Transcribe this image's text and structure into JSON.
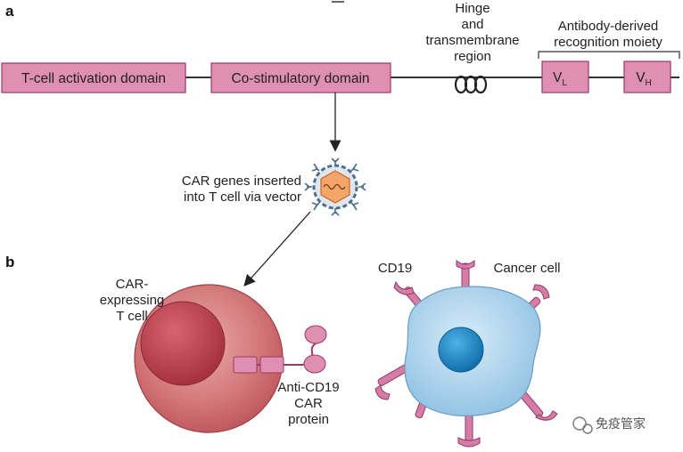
{
  "panels": {
    "a": "a",
    "b": "b"
  },
  "panel_a": {
    "domains": {
      "tcell_activation": "T-cell activation domain",
      "costimulatory": "Co-stimulatory domain"
    },
    "hinge_label": [
      "Hinge",
      "and",
      "transmembrane",
      "region"
    ],
    "antibody_label": [
      "Antibody-derived",
      "recognition moiety"
    ],
    "vl": {
      "main": "V",
      "sub": "L"
    },
    "vh": {
      "main": "V",
      "sub": "H"
    },
    "vector_label": [
      "CAR genes inserted",
      "into T cell via vector"
    ]
  },
  "panel_b": {
    "car_tcell_label": [
      "CAR-",
      "expressing",
      "T cell"
    ],
    "cd19_label": "CD19",
    "cancer_cell_label": "Cancer cell",
    "car_protein_label": [
      "Anti-CD19",
      "CAR",
      "protein"
    ]
  },
  "watermark": "免疫管家",
  "colors": {
    "domain_fill": "#df8fb1",
    "tcell": "#b9474e",
    "cancer_cell": "#9fcbe8",
    "nucleus_blue": "#1f87c4",
    "vector_core": "#f3a56a",
    "vector_shell": "#4a6f8f"
  }
}
